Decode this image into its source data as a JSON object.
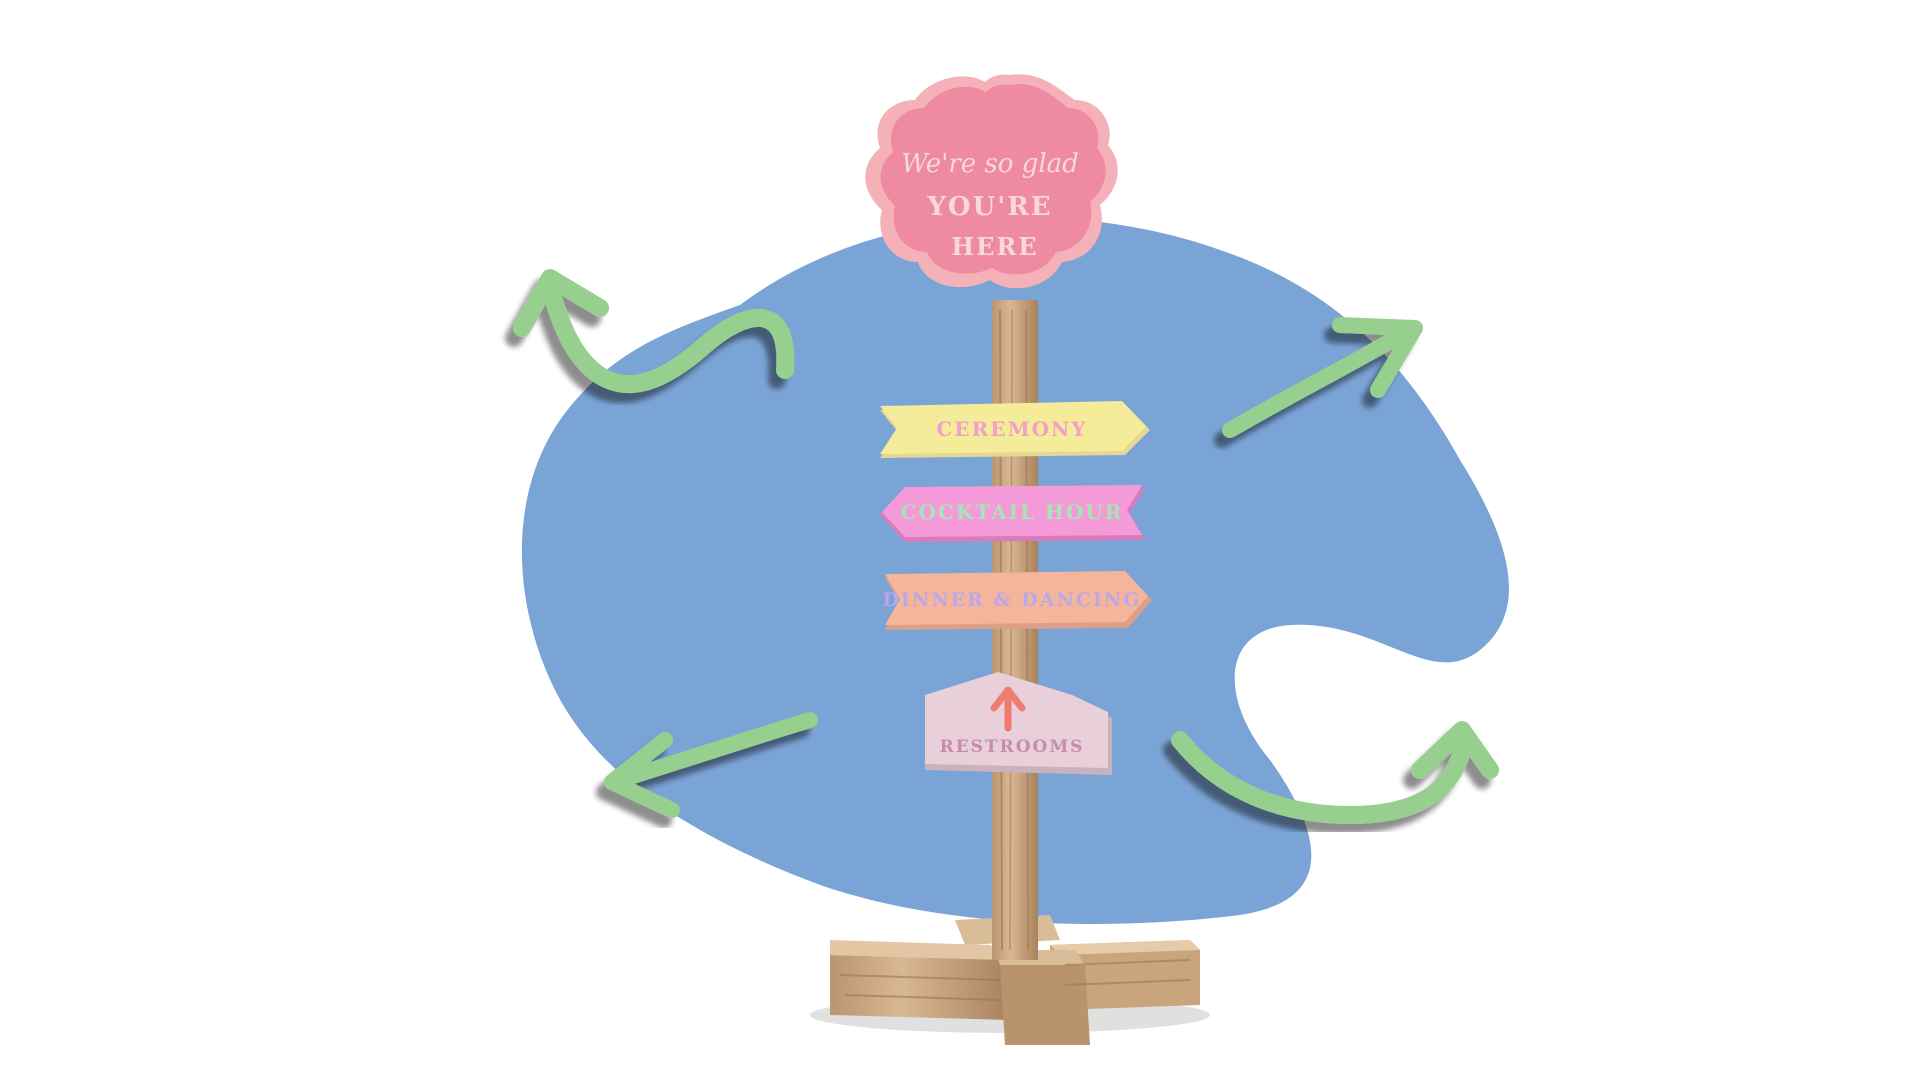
{
  "colors": {
    "background": "#ffffff",
    "blob": "#7ba4d6",
    "arrow_green": "#96cf8e",
    "arrow_shadow": "#8a8a8a",
    "wood_light": "#d9b993",
    "wood_mid": "#b9936c",
    "wood_dark": "#8e6b4c",
    "top_sign_fill": "#ee8aa1",
    "top_sign_border": "#f4b2b8",
    "top_sign_text": "#f8d8d8",
    "sign1_fill": "#f5ec9a",
    "sign1_text": "#f2a0c8",
    "sign2_fill": "#f59ad8",
    "sign2_text": "#a6e6b4",
    "sign3_fill": "#f5b59a",
    "sign3_text": "#b9a8ea",
    "sign4_fill": "#e8cfd9",
    "sign4_text": "#c88ab0",
    "sign4_arrow": "#ef7b72"
  },
  "top_sign": {
    "line1": "We're so glad",
    "line2": "YOU'RE",
    "line3": "HERE"
  },
  "signs": [
    {
      "label": "CEREMONY",
      "direction": "right"
    },
    {
      "label": "COCKTAIL HOUR",
      "direction": "left"
    },
    {
      "label": "DINNER & DANCING",
      "direction": "right"
    },
    {
      "label": "RESTROOMS",
      "direction": "up"
    }
  ],
  "decor_arrows": [
    {
      "icon": "curvy-arrow-up-left-icon"
    },
    {
      "icon": "arrow-up-right-icon"
    },
    {
      "icon": "arrow-down-left-icon"
    },
    {
      "icon": "curvy-arrow-up-right-icon"
    }
  ]
}
